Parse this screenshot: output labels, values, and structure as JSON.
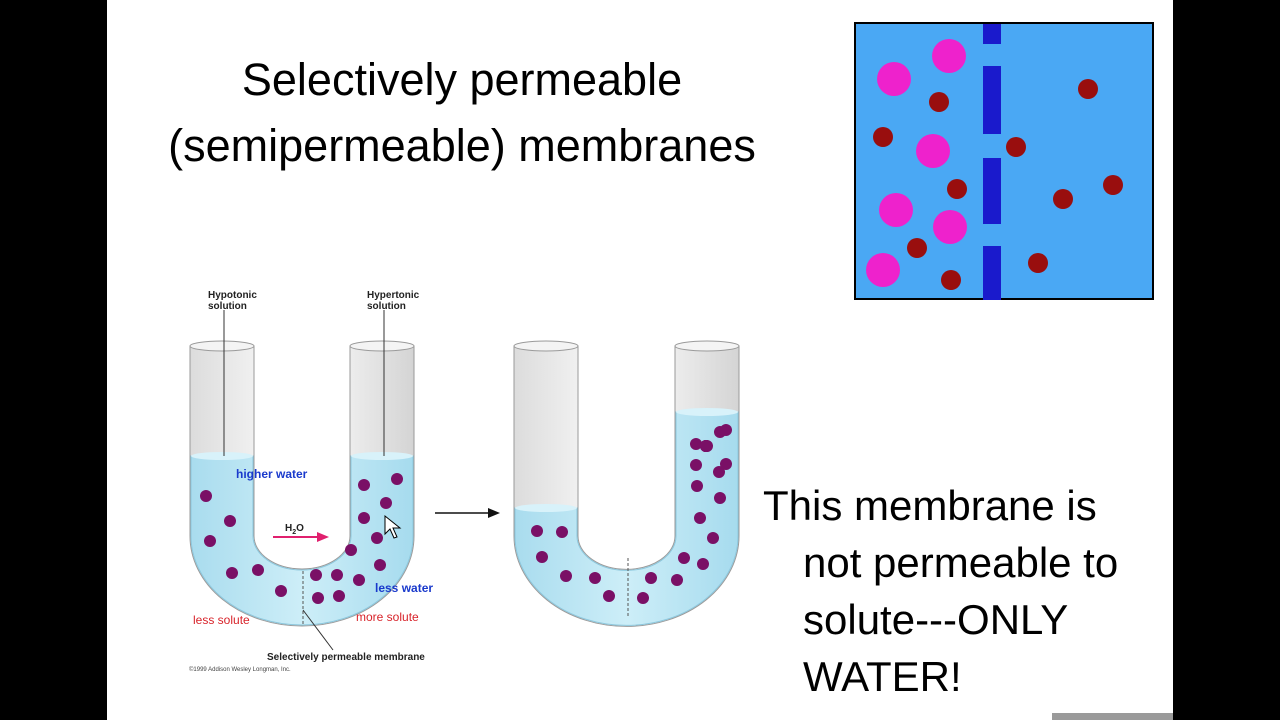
{
  "slide": {
    "title_line1": "Selectively permeable",
    "title_line2": "(semipermeable) membranes",
    "body_line1": "This membrane is",
    "body_line2": "not permeable to",
    "body_line3": "solute---ONLY",
    "body_line4": "WATER!"
  },
  "diagram": {
    "label_hypotonic_1": "Hypotonic",
    "label_hypotonic_2": "solution",
    "label_hypertonic_1": "Hypertonic",
    "label_hypertonic_2": "solution",
    "label_higher_water": "higher water",
    "label_h2o": "H",
    "label_h2o_sub": "2",
    "label_h2o_o": "O",
    "label_less_water": "less water",
    "label_less_solute": "less solute",
    "label_more_solute": "more solute",
    "label_membrane": "Selectively permeable membrane",
    "label_copyright": "©1999 Addison Wesley Longman, Inc."
  },
  "colors": {
    "box_background": "#4aa8f4",
    "membrane_blue": "#1a1acc",
    "large_particle": "#ee22cc",
    "small_particle": "#990e0e",
    "water": "#bfe8f4",
    "solute": "#7a1066",
    "blue_label": "#1a3acc",
    "red_label": "#d8232a",
    "arrow_pink": "#e0206e"
  }
}
